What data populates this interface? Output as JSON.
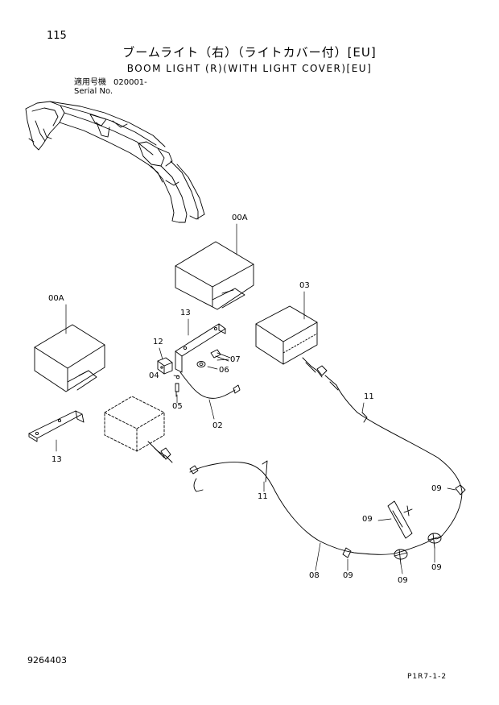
{
  "page": {
    "number": "115",
    "title_jp": "ブームライト（右）（ライトカバー付）[EU]",
    "title_en": "BOOM LIGHT (R)(WITH LIGHT COVER)[EU]",
    "serial_label_jp": "適用号機",
    "serial_label_en": "Serial No.",
    "serial_value": "020001-",
    "document_number": "9264403",
    "figure_code": "P1R7-1-2"
  },
  "callouts": {
    "c00a_top": "00A",
    "c00a_left": "00A",
    "c03": "03",
    "c13_top": "13",
    "c13_bottom": "13",
    "c12": "12",
    "c07": "07",
    "c06": "06",
    "c04": "04",
    "c05": "05",
    "c02": "02",
    "c11_right": "11",
    "c11_mid": "11",
    "c09_a": "09",
    "c09_b": "09",
    "c09_c": "09",
    "c09_d": "09",
    "c09_e": "09",
    "c08": "08"
  }
}
